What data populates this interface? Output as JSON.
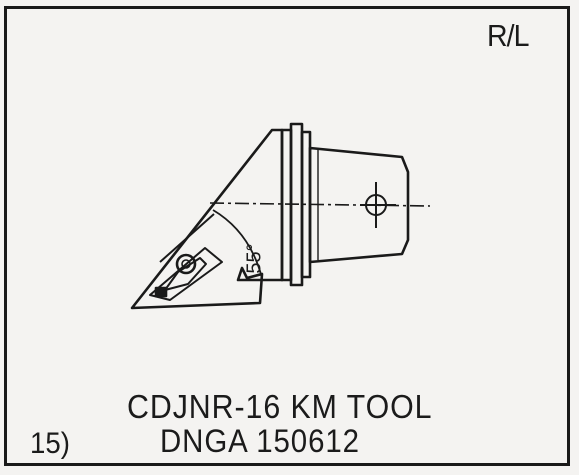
{
  "corner_label": "R/L",
  "tool_name": "CDJNR-16 KM TOOL",
  "item_number": "15)",
  "insert_code": "DNGA 150612",
  "angle_label": "55°",
  "colors": {
    "ink": "#1a1a1a",
    "paper": "#f4f3f1"
  }
}
